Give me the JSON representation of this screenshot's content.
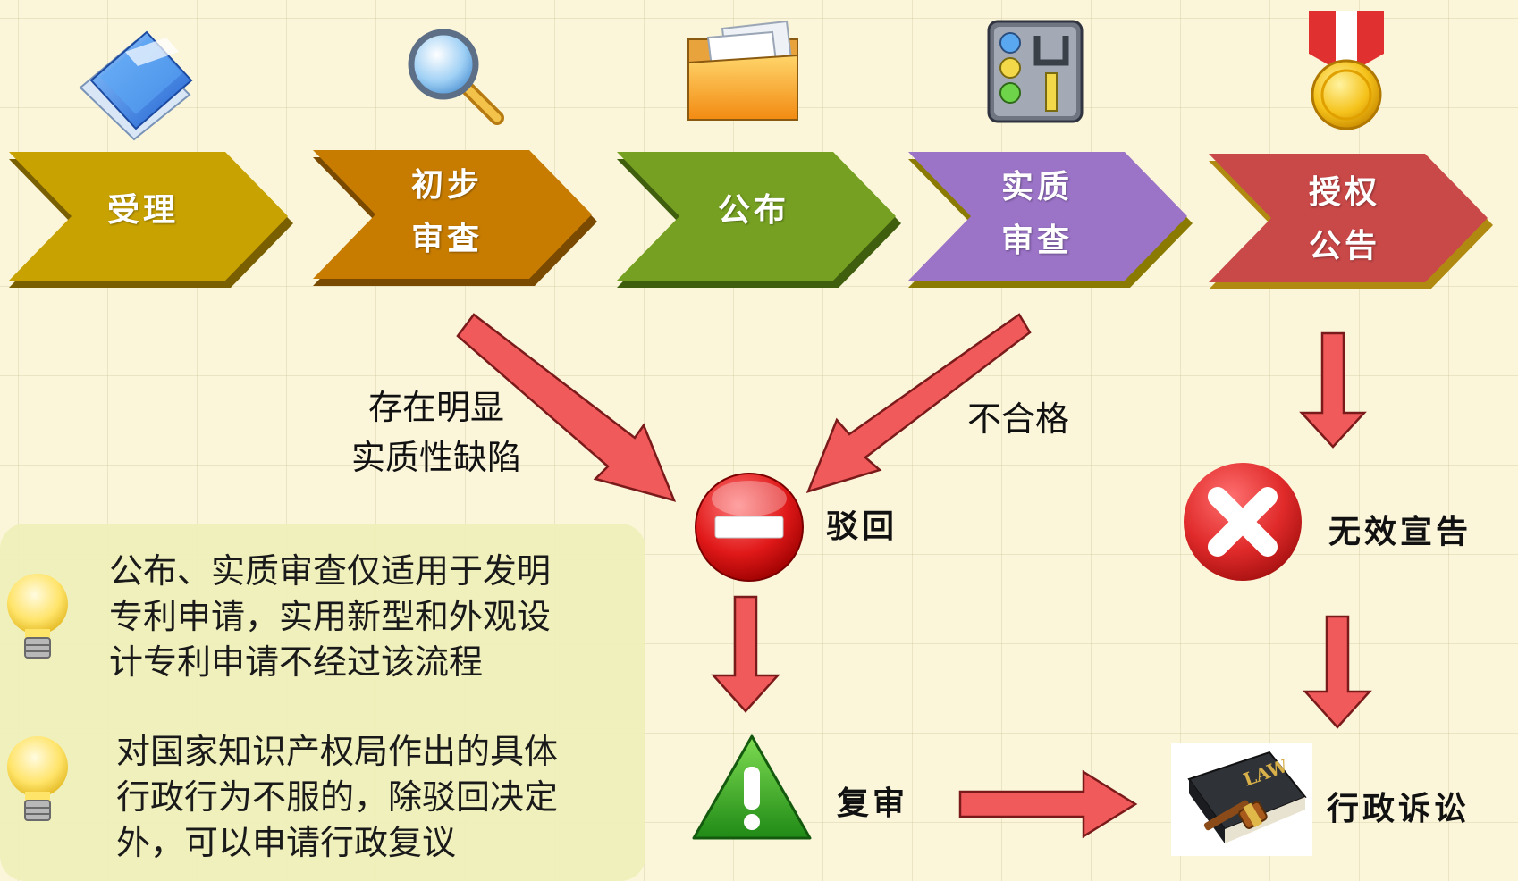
{
  "steps": [
    {
      "lines": [
        "受理"
      ],
      "color": "#c8a200",
      "icon": "folder-documents-icon"
    },
    {
      "lines": [
        "初步",
        "审查"
      ],
      "color": "#c77c00",
      "icon": "magnifier-icon"
    },
    {
      "lines": [
        "公布"
      ],
      "color": "#76a022",
      "icon": "open-folder-icon"
    },
    {
      "lines": [
        "实质",
        "审查"
      ],
      "color": "#9b73c7",
      "icon": "control-panel-icon"
    },
    {
      "lines": [
        "授权",
        "公告"
      ],
      "color": "#c94848",
      "icon": "medal-icon"
    }
  ],
  "flow_labels": {
    "defect_line1": "存在明显",
    "defect_line2": "实质性缺陷",
    "unqualified": "不合格",
    "reject": "驳回",
    "invalid": "无效宣告",
    "reexam": "复审",
    "litigation": "行政诉讼"
  },
  "notes": [
    {
      "lines": [
        "公布、实质审查仅适用于发明",
        "专利申请，实用新型和外观设",
        "计专利申请不经过该流程"
      ],
      "icon": "lightbulb-icon"
    },
    {
      "lines": [
        "对国家知识产权局作出的具体",
        "行政行为不服的，除驳回决定",
        "外，可以申请行政复议"
      ],
      "icon": "lightbulb-icon"
    }
  ],
  "colors": {
    "arrow_fill": "#f05a5a",
    "arrow_stroke": "#7a1a1a",
    "background": "#fbf6da",
    "note_panel": "#eef0b8"
  }
}
